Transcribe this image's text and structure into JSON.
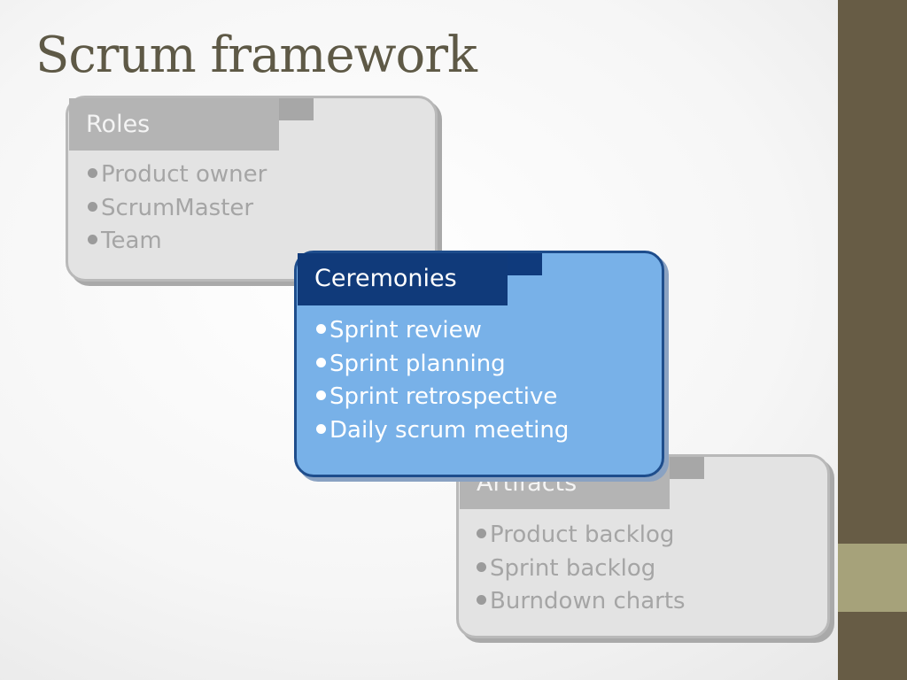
{
  "slide": {
    "title": "Scrum framework"
  },
  "cards": {
    "roles": {
      "title": "Roles",
      "items": [
        "Product owner",
        "ScrumMaster",
        "Team"
      ]
    },
    "ceremonies": {
      "title": "Ceremonies",
      "items": [
        "Sprint review",
        "Sprint planning",
        "Sprint retrospective",
        "Daily scrum meeting"
      ]
    },
    "artifacts": {
      "title": "Artifacts",
      "items": [
        "Product backlog",
        "Sprint backlog",
        "Burndown charts"
      ]
    }
  },
  "colors": {
    "sidebar": "#675c45",
    "sidebar_accent": "#a6a27a",
    "title_text": "#5e5946",
    "highlight_card": "#78b1e8",
    "highlight_tab": "#103a7a",
    "inactive_card": "#e3e3e3"
  }
}
